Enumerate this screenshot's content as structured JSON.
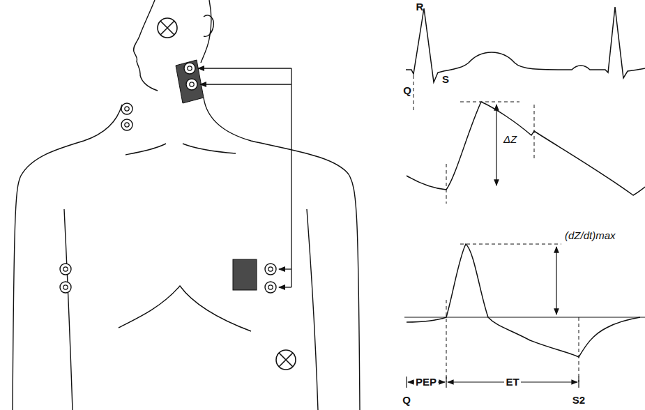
{
  "diagram": {
    "labels": [
      "R",
      "Q",
      "S",
      "ΔZ",
      "(dZ/dt)max",
      "PEP",
      "ET",
      "Q",
      "S2"
    ]
  }
}
